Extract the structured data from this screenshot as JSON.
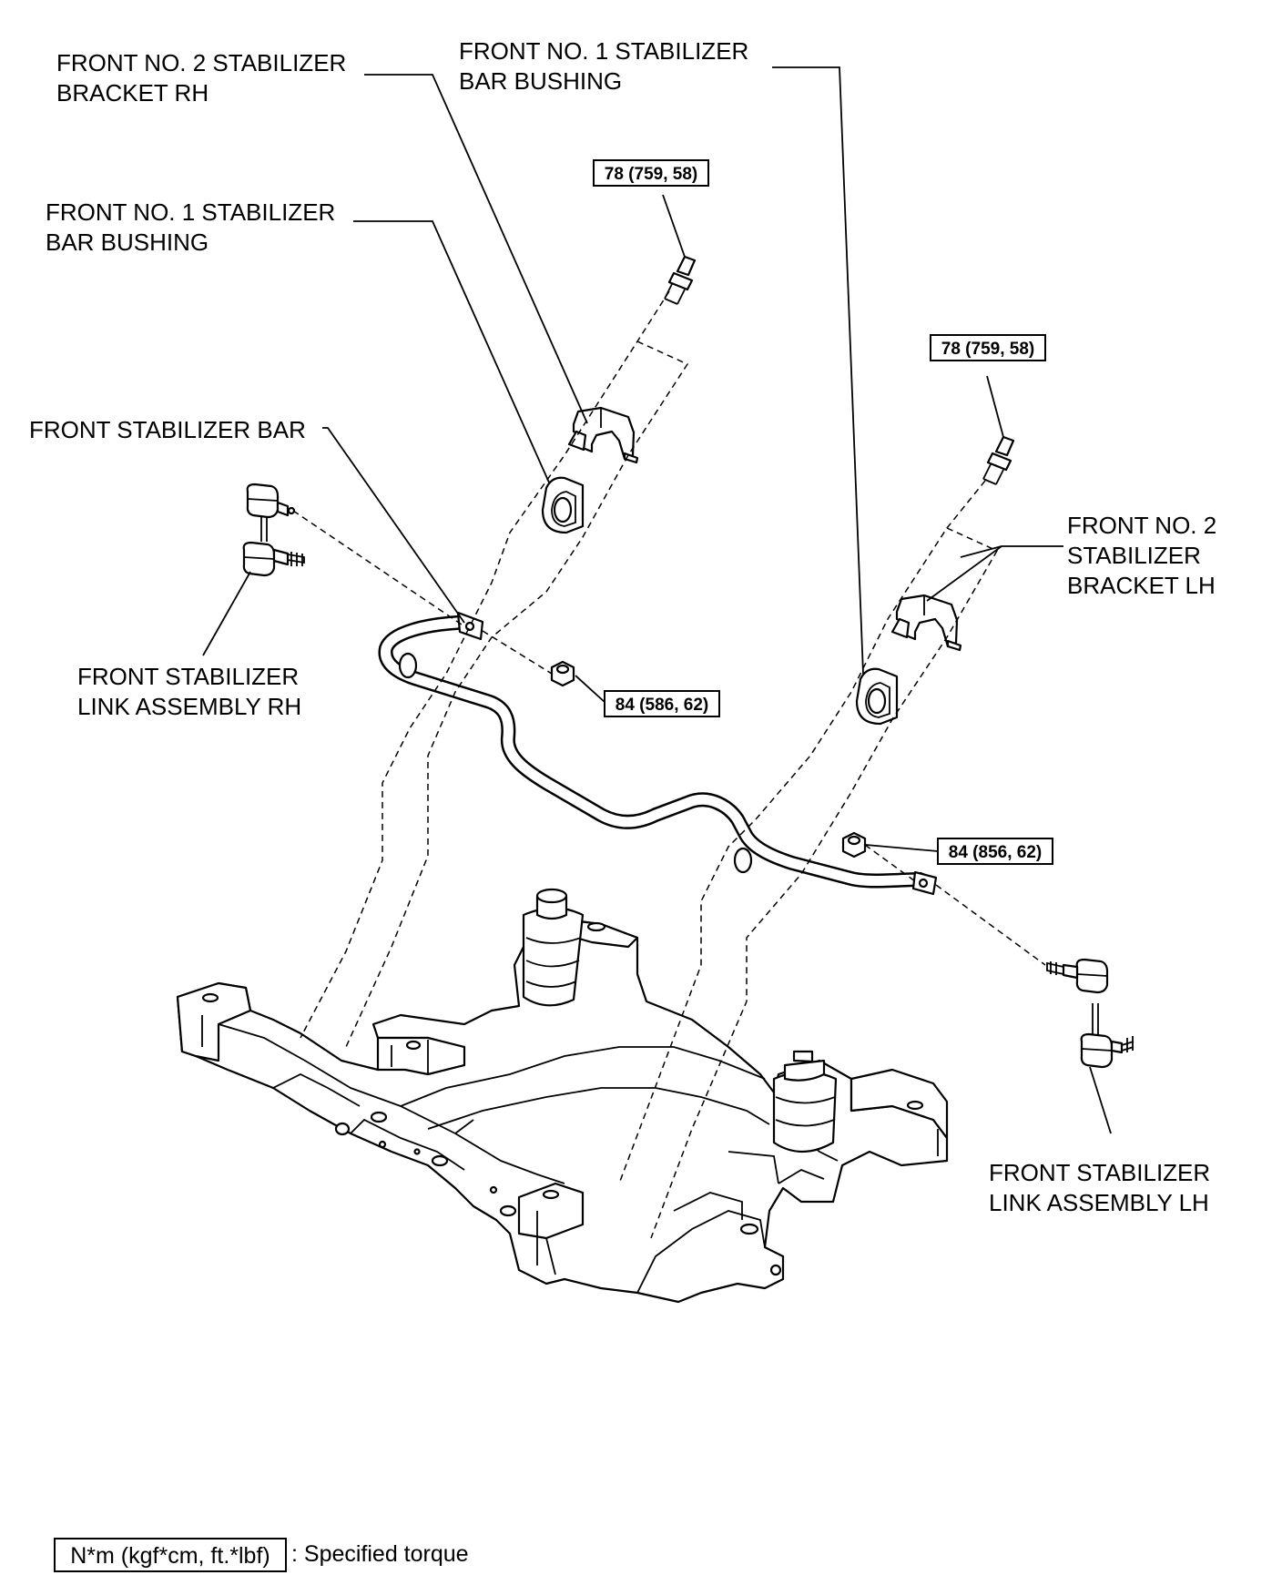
{
  "labels": {
    "bracket_rh": [
      "FRONT NO. 2 STABILIZER",
      "BRACKET RH"
    ],
    "bushing_top": [
      "FRONT NO. 1 STABILIZER",
      "BAR BUSHING"
    ],
    "bushing_left": [
      "FRONT NO. 1 STABILIZER",
      "BAR BUSHING"
    ],
    "stabilizer_bar": "FRONT STABILIZER BAR",
    "link_rh": [
      "FRONT STABILIZER",
      "LINK ASSEMBLY RH"
    ],
    "bracket_lh": [
      "FRONT NO. 2",
      "STABILIZER",
      "BRACKET LH"
    ],
    "link_lh": [
      "FRONT STABILIZER",
      "LINK ASSEMBLY LH"
    ]
  },
  "torques": {
    "bolt_rh": "78 (759, 58)",
    "bolt_lh": "78 (759, 58)",
    "nut_rh": "84 (586, 62)",
    "nut_lh": "84 (856, 62)"
  },
  "legend": {
    "unit": "N*m (kgf*cm, ft.*lbf)",
    "text": ": Specified torque"
  }
}
